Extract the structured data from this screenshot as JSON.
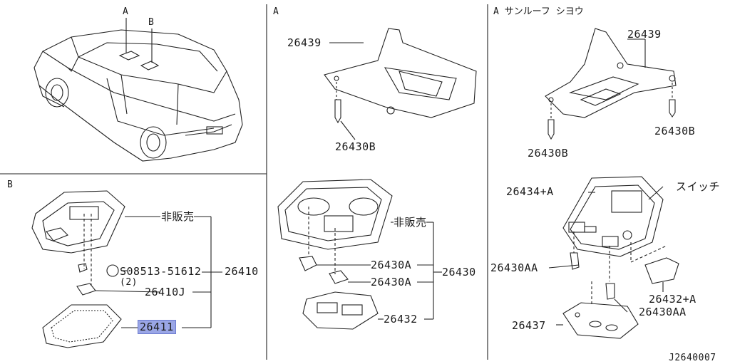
{
  "sections": {
    "A_left": "A",
    "B_left": "B",
    "B_panel": "B",
    "A_middle": "A",
    "A_right": "A  サンルーフ シヨウ"
  },
  "panel_b": {
    "nonsale": "非販売",
    "screw_part": "S08513-51612",
    "qty": "(2)",
    "assembly": "26410",
    "bulb": "26410J",
    "lens": "26411"
  },
  "panel_a_mid": {
    "bracket": "26439",
    "clip": "26430B",
    "nonsale": "非販売",
    "bulb1": "26430A",
    "bulb2": "26430A",
    "assembly": "26430",
    "lens": "26432"
  },
  "panel_a_right": {
    "bracket": "26439",
    "clip_left": "26430B",
    "clip_right": "26430B",
    "lamp": "26434+A",
    "switch": "スイッチ",
    "bulb_left": "26430AA",
    "bulb_right": "26430AA",
    "lens_side": "26432+A",
    "lens": "26437"
  },
  "footer": {
    "code": "J2640007"
  }
}
